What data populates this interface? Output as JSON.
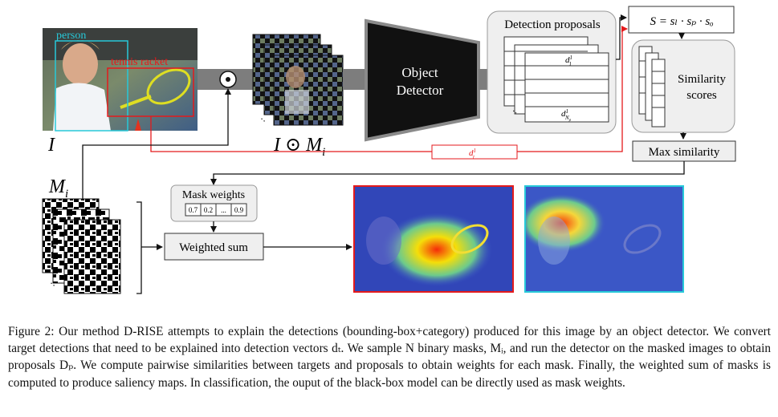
{
  "labels": {
    "person": "person",
    "tennis_racket": "tennis racket",
    "image_symbol": "I",
    "mask_symbol": "M",
    "mask_sub": "i",
    "masked_image_prefix": "I ⊙ M",
    "masked_image_sub": "i",
    "object_detector_line1": "Object",
    "object_detector_line2": "Detector",
    "detection_proposals": "Detection proposals",
    "proposal_first_base": "d",
    "proposal_first_sup": "1",
    "proposal_first_sub": "1",
    "proposal_last_base": "d",
    "proposal_last_sup": "1",
    "proposal_last_sub": "N",
    "proposal_last_subsub": "p",
    "similarity_formula": "S = sₗ · sₚ · sₒ",
    "similarity_scores_line1": "Similarity",
    "similarity_scores_line2": "scores",
    "max_similarity": "Max similarity",
    "target_vector_base": "d",
    "target_vector_sup": "1",
    "target_vector_sub": "t",
    "mask_weights": "Mask weights",
    "weights": [
      "0.7",
      "0.2",
      "...",
      "0.9"
    ],
    "weighted_sum": "Weighted sum",
    "dots": "··"
  },
  "colors": {
    "person_box": "#27c9d9",
    "racket_box": "#e41a1c",
    "arrow": "#111111",
    "red_arrow": "#e41a1c",
    "detector_gray": "#8a8a8a",
    "panel_fill": "#efefef"
  },
  "caption": "Figure 2: Our method D-RISE attempts to explain the detections (bounding-box+category) produced for this image by an object detector. We convert target detections that need to be explained into detection vectors dₜ. We sample N binary masks, Mᵢ, and run the detector on the masked images to obtain proposals Dₚ. We compute pairwise similarities between targets and proposals to obtain weights for each mask. Finally, the weighted sum of masks is computed to produce saliency maps. In classification, the ouput of the black-box model can be directly used as mask weights."
}
